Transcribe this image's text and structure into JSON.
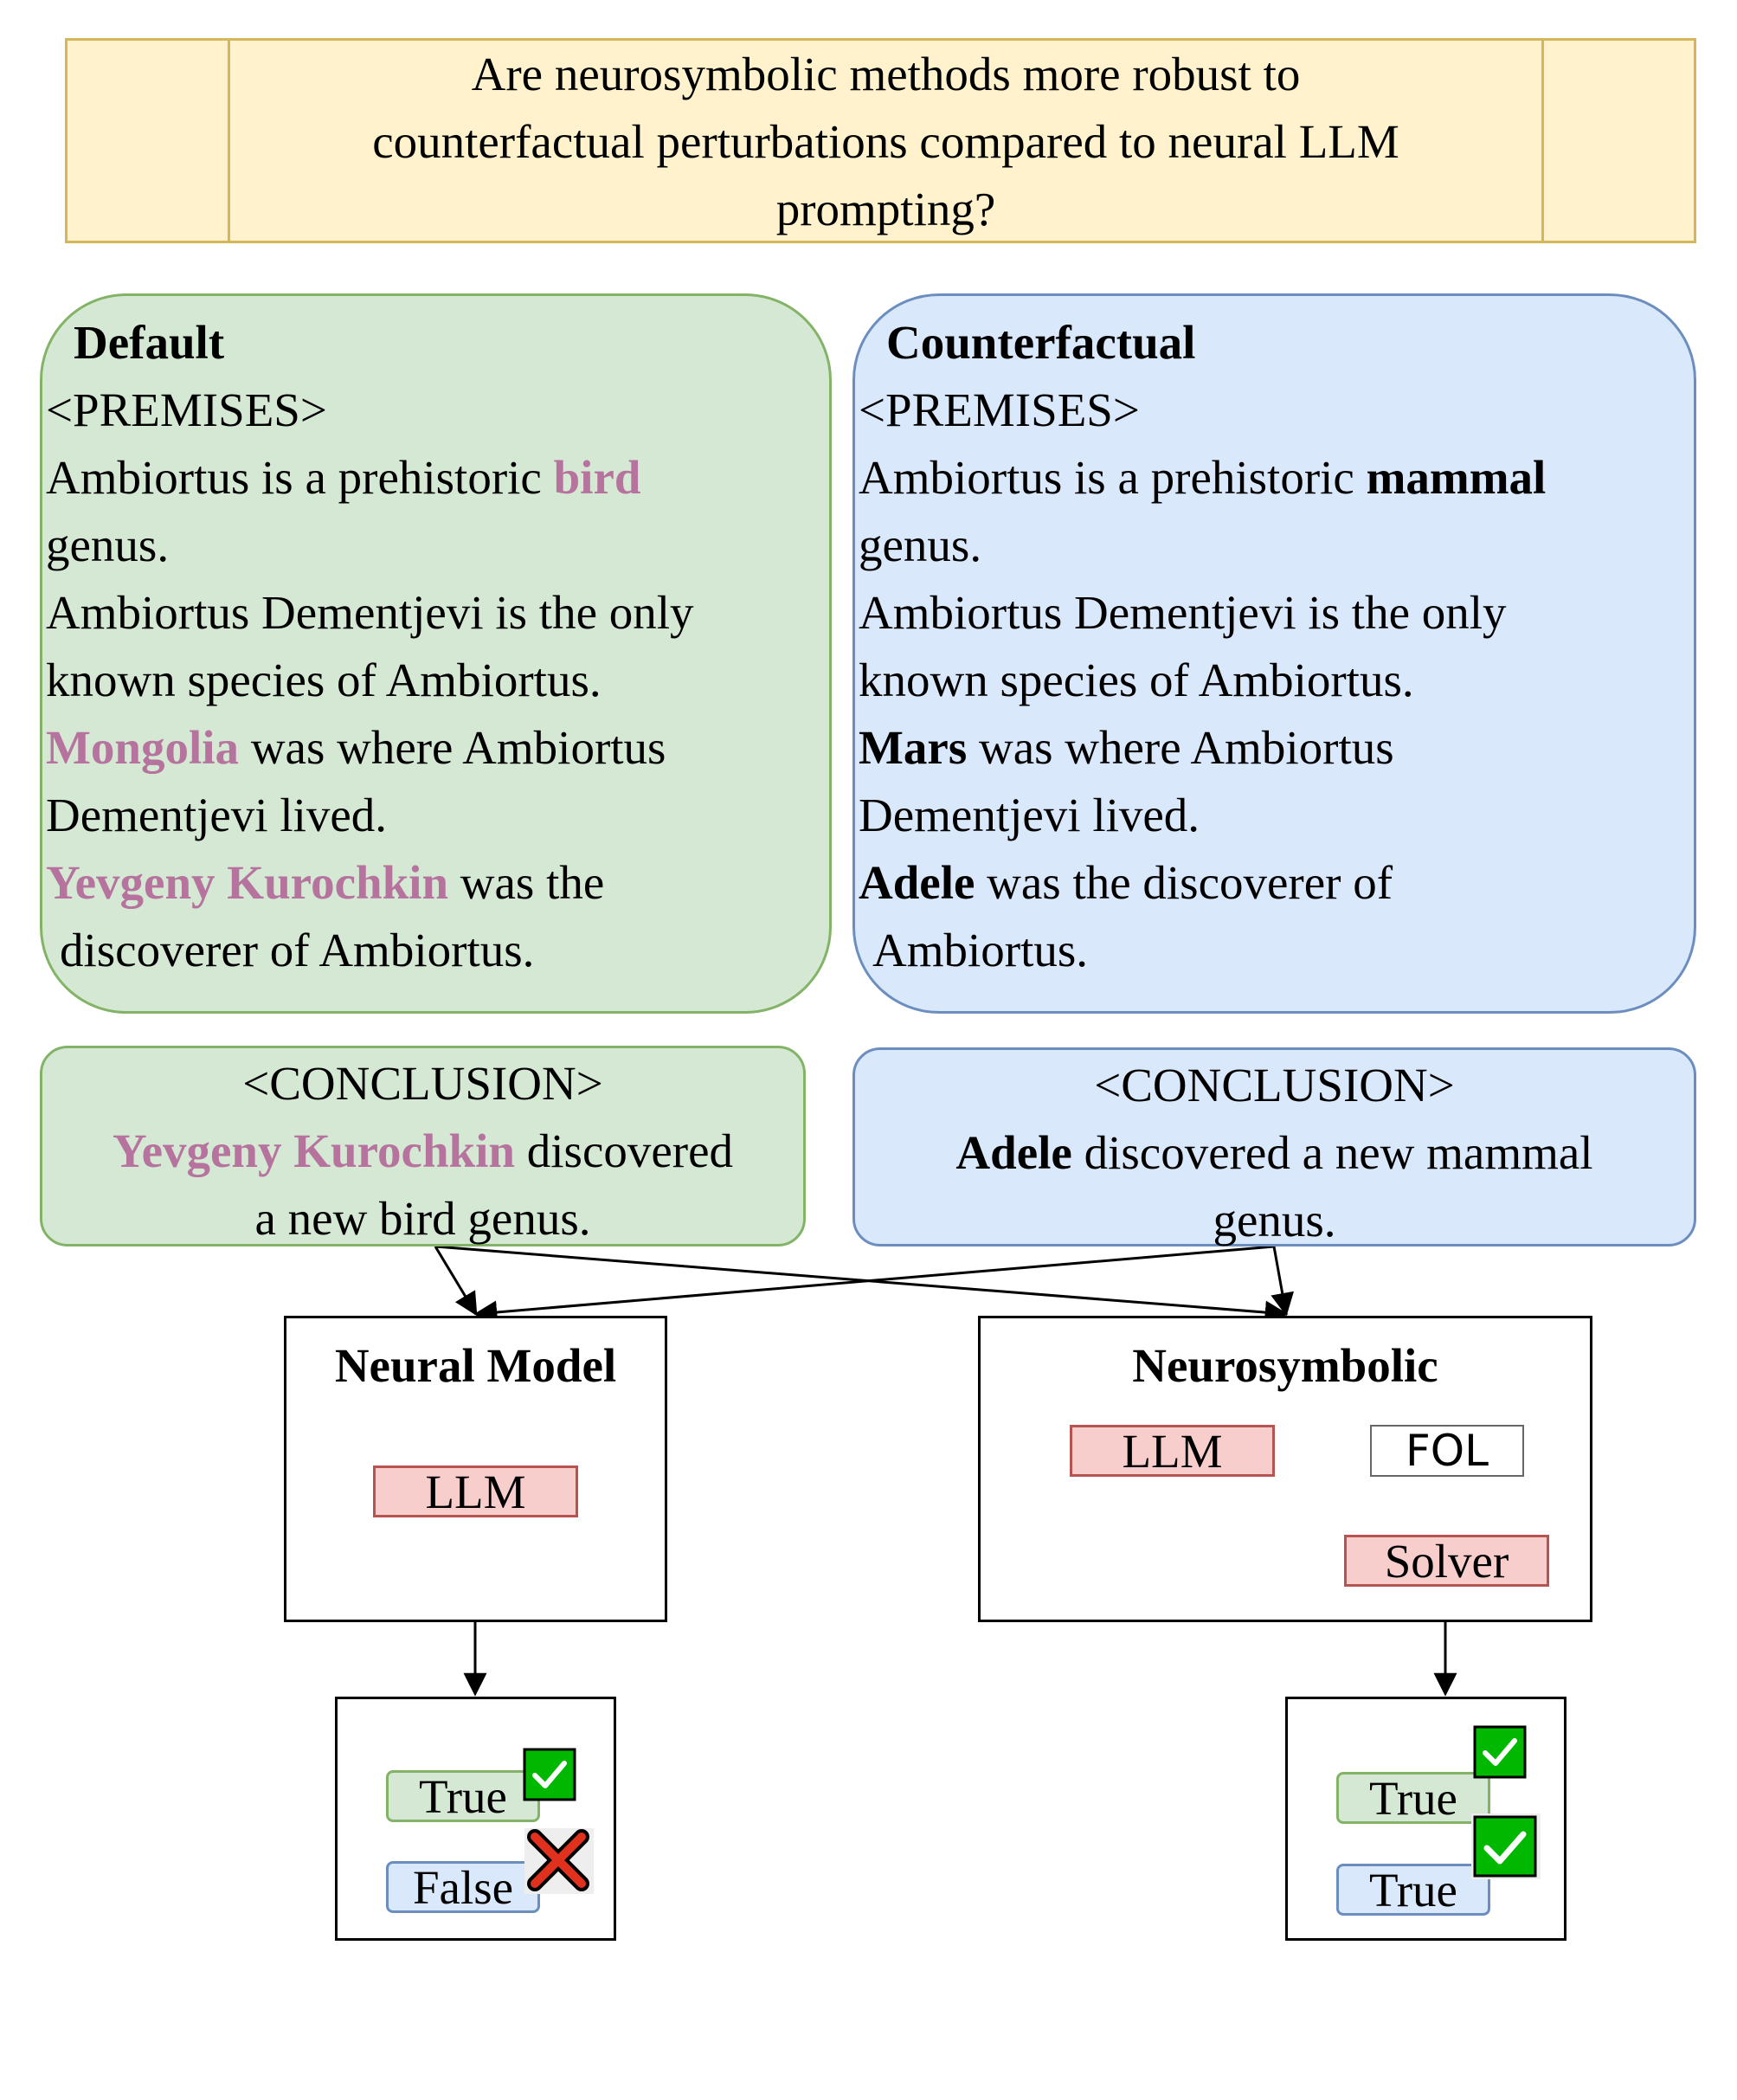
{
  "question": {
    "line1": "Are neurosymbolic methods more robust to",
    "line2": "counterfactual perturbations compared to neural LLM",
    "line3": "prompting?"
  },
  "default_panel": {
    "title": "Default",
    "premises_tag": "<PREMISES>",
    "p1_a": "Ambiortus is a prehistoric ",
    "p1_hl": "bird",
    "p1_b": "genus.",
    "p2_a": "Ambiortus Dementjevi is the only",
    "p2_b": "known species of Ambiortus.",
    "p3_hl": "Mongolia",
    "p3_a": " was where Ambiortus",
    "p3_b": "Dementjevi lived.",
    "p4_hl": "Yevgeny Kurochkin",
    "p4_a": " was the",
    "p4_b": "discoverer of Ambiortus."
  },
  "counterfactual_panel": {
    "title": "Counterfactual",
    "premises_tag": "<PREMISES>",
    "p1_a": "Ambiortus is a prehistoric ",
    "p1_hl": "mammal",
    "p1_b": "genus.",
    "p2_a": "Ambiortus Dementjevi is the only",
    "p2_b": "known species of Ambiortus.",
    "p3_hl": "Mars",
    "p3_a": " was where Ambiortus",
    "p3_b": "Dementjevi lived.",
    "p4_hl": "Adele",
    "p4_a": " was the discoverer of",
    "p4_b": "Ambiortus."
  },
  "default_conclusion": {
    "tag": "<CONCLUSION>",
    "hl": "Yevgeny Kurochkin",
    "a": " discovered",
    "b": "a new bird genus."
  },
  "counterfactual_conclusion": {
    "tag": "<CONCLUSION>",
    "hl": "Adele",
    "a": " discovered a new mammal",
    "b": "genus."
  },
  "neural_model": {
    "title": "Neural Model",
    "llm": "LLM"
  },
  "neurosymbolic": {
    "title": "Neurosymbolic",
    "llm": "LLM",
    "fol": "FOL",
    "solver": "Solver"
  },
  "neural_output": {
    "default_result": "True",
    "cf_result": "False"
  },
  "neurosymbolic_output": {
    "default_result": "True",
    "cf_result": "True"
  },
  "colors": {
    "highlight": "#b5739d",
    "correct": "#00b800",
    "wrong": "#e0301e"
  }
}
